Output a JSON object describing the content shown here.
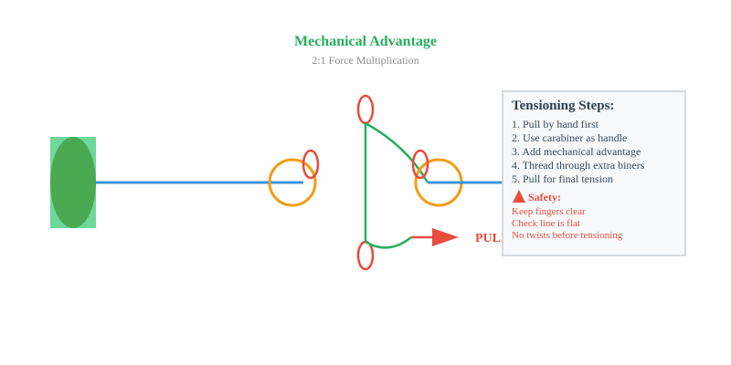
{
  "header": {
    "title": "Mechanical Advantage",
    "subtitle": "2:1 Force Multiplication"
  },
  "diagram": {
    "pull_label": "PULL"
  },
  "panel": {
    "title": "Tensioning Steps:",
    "steps": [
      "1. Pull by hand first",
      "2. Use carabiner as handle",
      "3. Add mechanical advantage",
      "4. Thread through extra biners",
      "5. Pull for final tension"
    ],
    "safety": {
      "title": "Safety:",
      "items": [
        "Keep fingers clear",
        "Check line is flat",
        "No twists before tensioning"
      ]
    }
  },
  "colors": {
    "anchor_fill": "#6fd89a",
    "anchor_ellipse": "#4aa953",
    "line_blue": "#3a96d8",
    "ring_orange": "#f39c12",
    "carabiner_red": "#e74c3c",
    "rope_green": "#27ae60",
    "title_green": "#27ae60",
    "subtitle_gray": "#8c8c8c",
    "panel_bg": "#f7f9fb",
    "panel_border": "#c9ced4",
    "panel_title": "#2c3e50",
    "step_text": "#34495e",
    "warning_red": "#e74c3c"
  }
}
